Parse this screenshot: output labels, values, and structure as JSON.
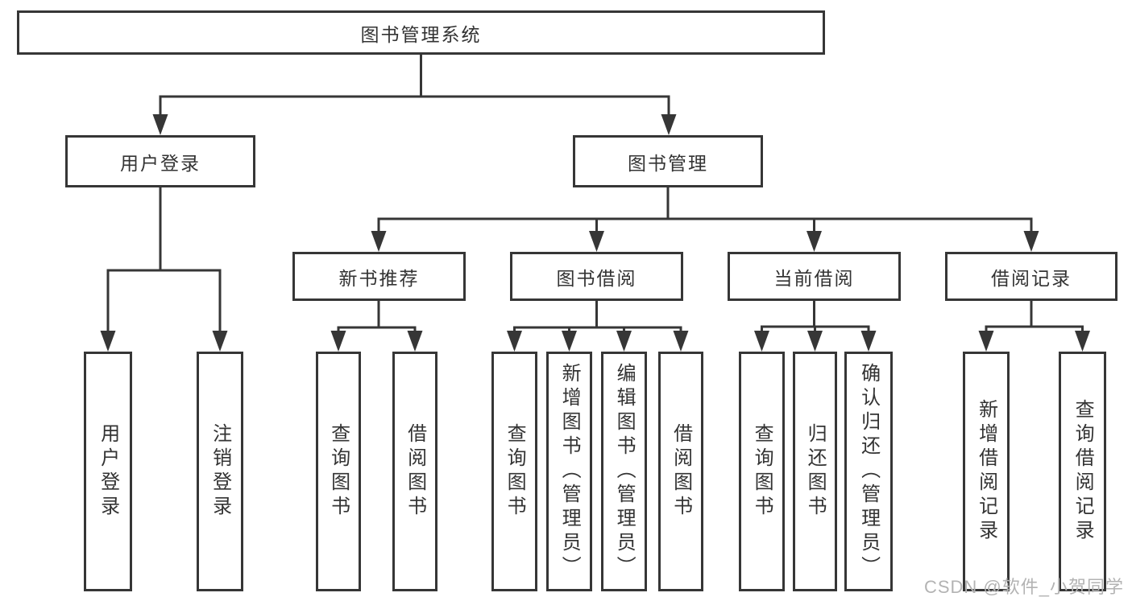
{
  "tree": {
    "root": {
      "label": "图书管理系统"
    },
    "branches": [
      {
        "label": "用户登录",
        "children": [
          "用户登录",
          "注销登录"
        ]
      },
      {
        "label": "图书管理",
        "children": [
          {
            "label": "新书推荐",
            "children": [
              "查询图书",
              "借阅图书"
            ]
          },
          {
            "label": "图书借阅",
            "children": [
              "查询图书",
              "新增图书（管理员）",
              "编辑图书（管理员）",
              "借阅图书"
            ]
          },
          {
            "label": "当前借阅",
            "children": [
              "查询图书",
              "归还图书",
              "确认归还（管理员）"
            ]
          },
          {
            "label": "借阅记录",
            "children": [
              "新增借阅记录",
              "查询借阅记录"
            ]
          }
        ]
      }
    ]
  },
  "watermark": {
    "text": "CSDN @软件_小贺同学"
  },
  "colors": {
    "line": "#363636",
    "text": "#333333",
    "background": "#ffffff",
    "watermark": "#b3b3b3"
  }
}
